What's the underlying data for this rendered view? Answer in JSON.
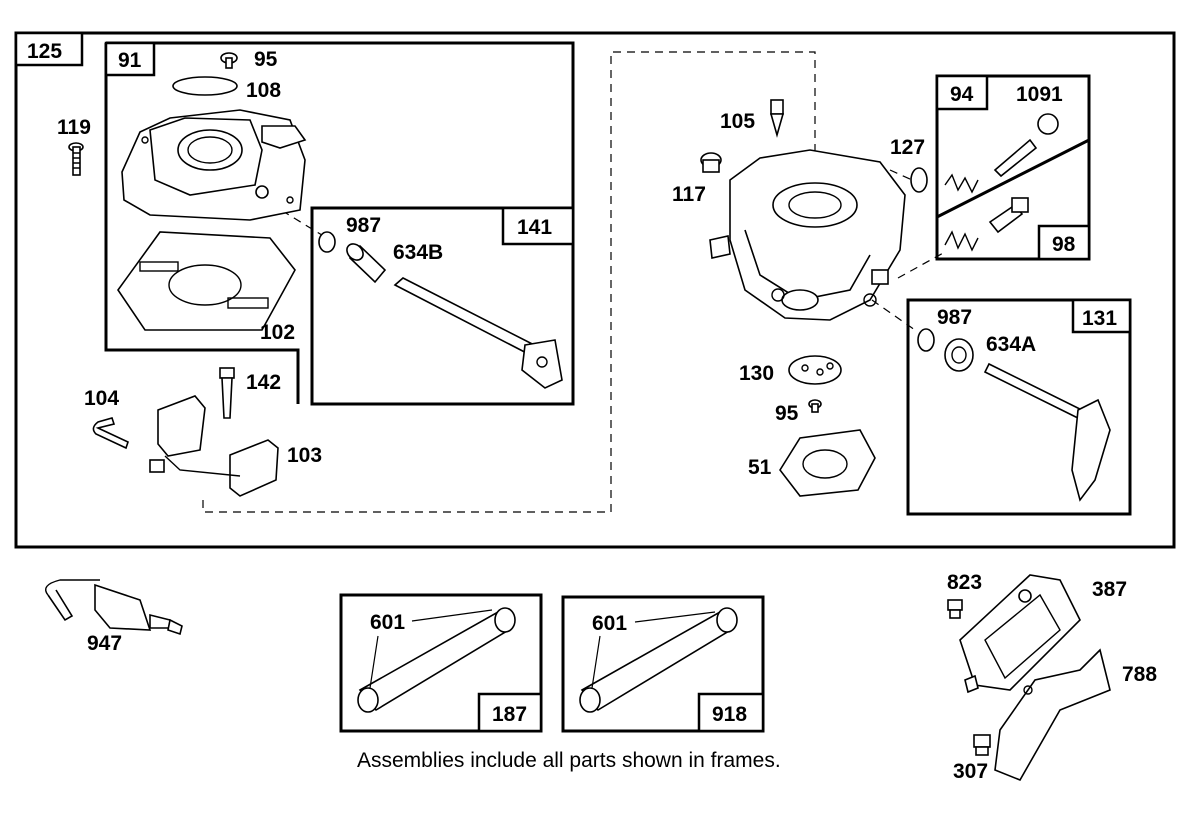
{
  "frames": {
    "f125": "125",
    "f91": "91",
    "f141": "141",
    "f94": "94",
    "f98": "98",
    "f131": "131",
    "f187": "187",
    "f918": "918"
  },
  "parts": {
    "p95a": "95",
    "p108": "108",
    "p119": "119",
    "p102": "102",
    "p987a": "987",
    "p634b": "634B",
    "p142": "142",
    "p104": "104",
    "p103": "103",
    "p105": "105",
    "p117": "117",
    "p127": "127",
    "p1091": "1091",
    "p987b": "987",
    "p634a": "634A",
    "p130": "130",
    "p95b": "95",
    "p51": "51",
    "p947": "947",
    "p601a": "601",
    "p601b": "601",
    "p823": "823",
    "p387": "387",
    "p788": "788",
    "p307": "307"
  },
  "caption": "Assemblies include all parts shown in frames."
}
